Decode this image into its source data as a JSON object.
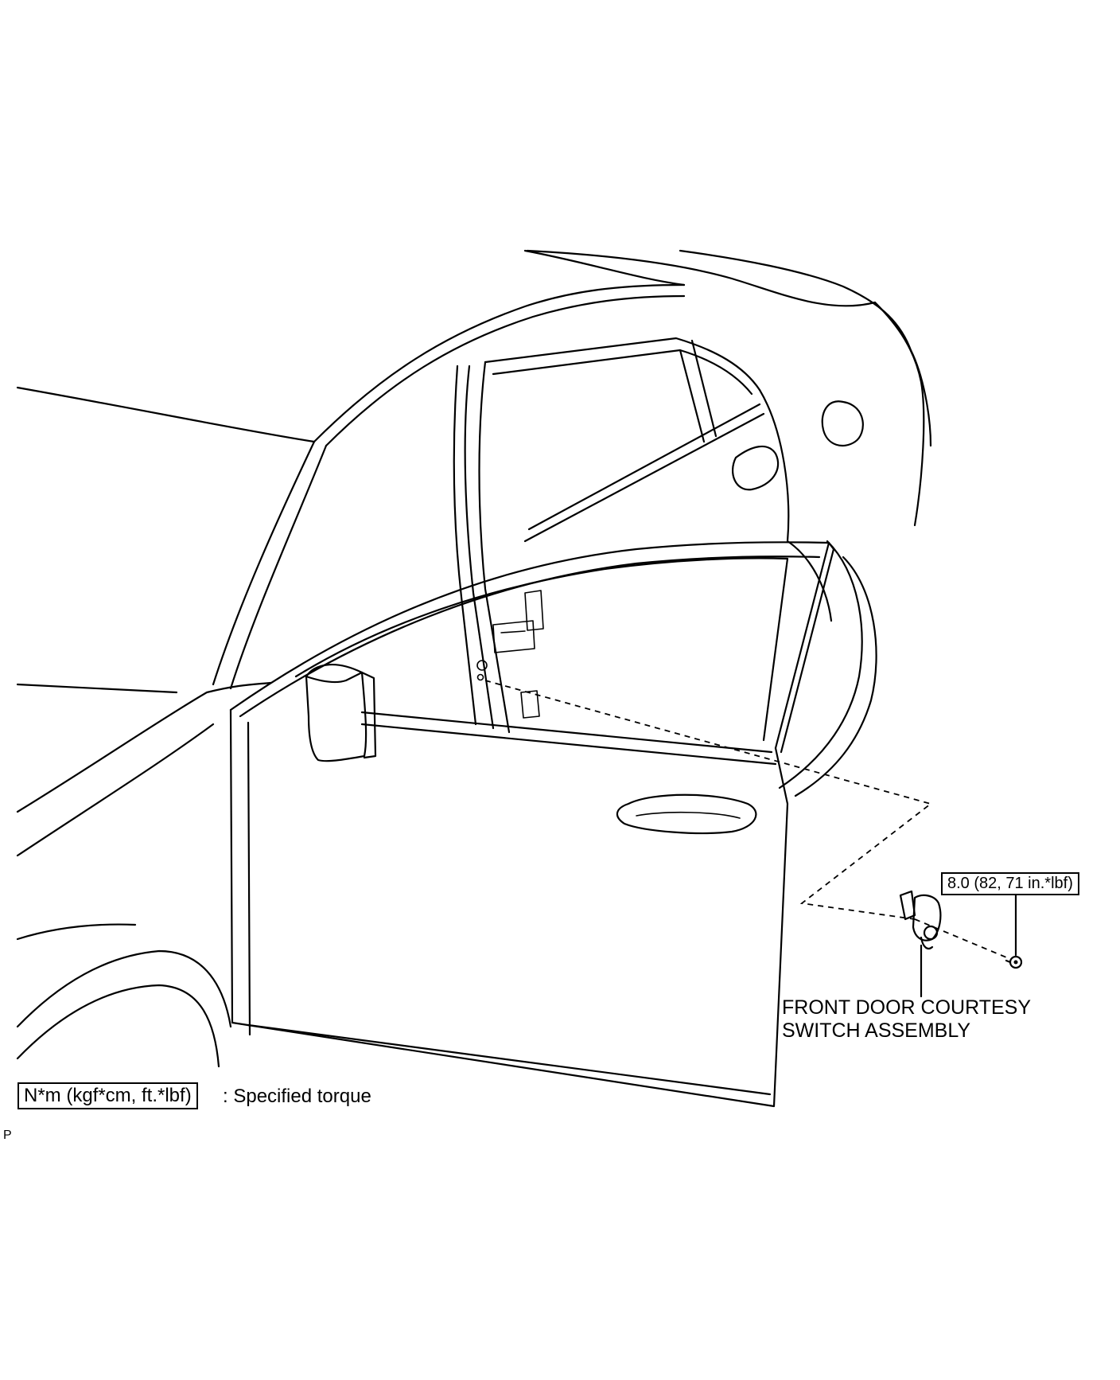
{
  "torque_callout": {
    "value": "8.0 (82, 71 in.*lbf)"
  },
  "part_label": {
    "line1": "FRONT DOOR COURTESY",
    "line2": "SWITCH ASSEMBLY"
  },
  "legend": {
    "unit_box": "N*m (kgf*cm, ft.*lbf)",
    "description": ": Specified torque"
  },
  "corner_mark": "P"
}
